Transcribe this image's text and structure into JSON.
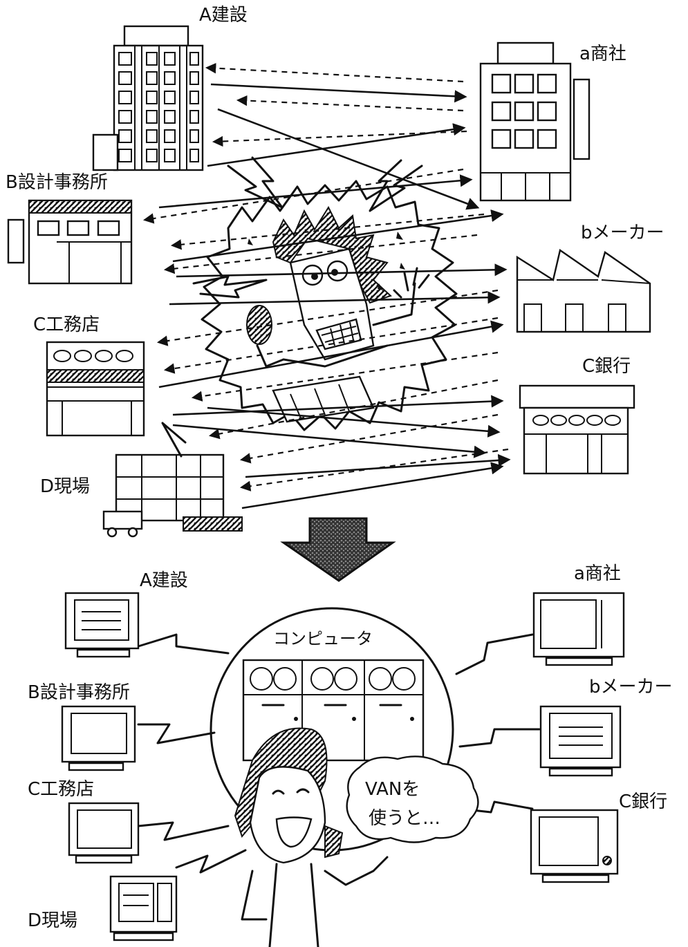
{
  "top_section": {
    "nodes": {
      "a_construction": "A建設",
      "a_trading": "a商社",
      "b_design_office": "B設計事務所",
      "b_maker": "bメーカー",
      "c_contractor": "C工務店",
      "c_bank": "C銀行",
      "d_site": "D現場"
    }
  },
  "bottom_section": {
    "computer_label": "コンピュータ",
    "speech_bubble_line1": "VANを",
    "speech_bubble_line2": "使うと…",
    "nodes": {
      "a_construction": "A建設",
      "a_trading": "a商社",
      "b_design_office": "B設計事務所",
      "b_maker": "bメーカー",
      "c_contractor": "C工務店",
      "c_bank": "C銀行",
      "d_site": "D現場"
    }
  },
  "colors": {
    "ink": "#111111",
    "paper": "#ffffff"
  },
  "icons": [
    "office-building-icon",
    "factory-icon",
    "bank-icon",
    "shop-icon",
    "construction-site-icon",
    "crt-terminal-icon",
    "mainframe-computer-icon",
    "down-arrow-icon",
    "stressed-person-icon",
    "happy-person-icon"
  ]
}
